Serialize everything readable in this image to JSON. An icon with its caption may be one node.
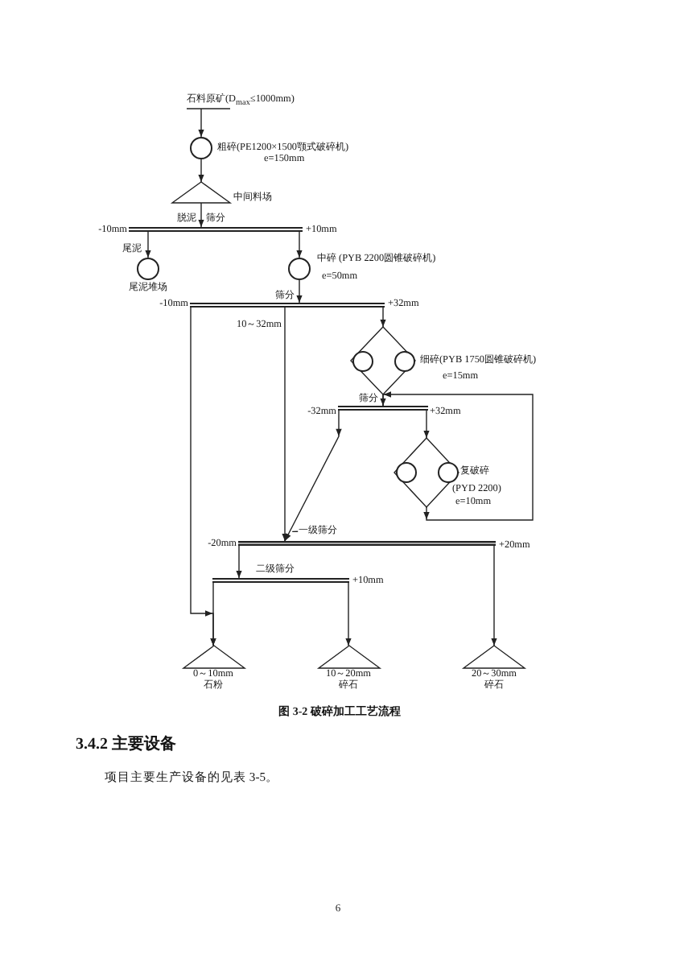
{
  "diagram": {
    "caption": "图 3-2 破碎加工工艺流程",
    "nodes": [
      {
        "text": [
          "石料原矿(D$_{max}$≤1000mm)"
        ]
      },
      {
        "text": [],
        "shape": "circle",
        "beside": [
          "粗碎(PE1200×1500颚式破碎机)",
          "e=150mm"
        ]
      },
      {
        "text": [],
        "shape": "triangle",
        "beside": [
          "中间料场"
        ]
      },
      {
        "text": [],
        "shape": "bar",
        "beside": [
          "脱泥",
          "筛分"
        ]
      },
      {
        "text": [],
        "shape": "circle",
        "beside": [
          "尾泥",
          "尾泥堆场"
        ]
      },
      {
        "text": [],
        "shape": "circle",
        "beside": [
          "中碎 (PYB 2200圆锥破碎机)",
          "e=50mm"
        ]
      },
      {
        "text": [],
        "shape": "bar",
        "beside": [
          "筛分"
        ]
      },
      {
        "text": [],
        "shape": "diamond",
        "beside": [
          "细碎(PYB 1750圆锥破碎机)",
          "e=15mm"
        ]
      },
      {
        "text": [],
        "shape": "circle",
        "in": 7
      },
      {
        "text": [],
        "shape": "circle",
        "in": 7
      },
      {
        "text": [],
        "shape": "bar",
        "beside": [
          "筛分"
        ]
      },
      {
        "text": [],
        "shape": "diamond",
        "beside": [
          "复破碎",
          "(PYD 2200)",
          "e=10mm"
        ]
      },
      {
        "text": [],
        "shape": "circle",
        "in": 11
      },
      {
        "text": [],
        "shape": "circle",
        "in": 11
      },
      {
        "text": [],
        "shape": "bar"
      },
      {
        "text": [],
        "shape": "bar",
        "beside": [
          "二级筛分"
        ]
      },
      {
        "text": [],
        "shape": "triangle",
        "beside": [
          "0～10mm",
          "石粉"
        ]
      },
      {
        "text": [],
        "shape": "triangle",
        "beside": [
          "10～20mm",
          "碎石"
        ]
      },
      {
        "text": [],
        "shape": "triangle",
        "beside": [
          "20～30mm",
          "碎石"
        ]
      },
      {
        "text": [
          "一级筛分"
        ]
      }
    ],
    "edges": [
      {
        "from": 0,
        "to": 1,
        "arrow": "to"
      },
      {
        "from": 1,
        "to": 2,
        "arrow": "to"
      },
      {
        "from": 2,
        "to": 3,
        "arrow": "to"
      },
      {
        "from": 3,
        "to": 4,
        "arrow": "to",
        "label": "-10mm"
      },
      {
        "from": 3,
        "to": 5,
        "arrow": "to",
        "label": "+10mm"
      },
      {
        "from": 5,
        "to": 6,
        "arrow": "to"
      },
      {
        "from": 6,
        "to": 16,
        "arrow": "to",
        "label": "-10mm"
      },
      {
        "from": 6,
        "to": 14,
        "arrow": "to",
        "label": "10～32mm"
      },
      {
        "from": 6,
        "to": 7,
        "arrow": "to",
        "label": "+32mm"
      },
      {
        "from": 7,
        "to": 10,
        "arrow": "to"
      },
      {
        "from": 10,
        "to": 14,
        "arrow": "to",
        "label": "-32mm"
      },
      {
        "from": 10,
        "to": 11,
        "arrow": "to",
        "label": "+32mm"
      },
      {
        "from": 11,
        "to": 10,
        "arrow": "to"
      },
      {
        "from": 14,
        "to": 15,
        "arrow": "to",
        "label": "-20mm"
      },
      {
        "from": 14,
        "to": 18,
        "arrow": "to",
        "label": "+20mm"
      },
      {
        "from": 15,
        "to": 16,
        "arrow": "to"
      },
      {
        "from": 15,
        "to": 17,
        "arrow": "to",
        "label": "+10mm"
      },
      {
        "from": 19,
        "to": null,
        "arrow": "none"
      }
    ],
    "labels": [
      "3.4.2 主要设备",
      "项目主要生产设备的见表 3-5。",
      "6"
    ]
  }
}
